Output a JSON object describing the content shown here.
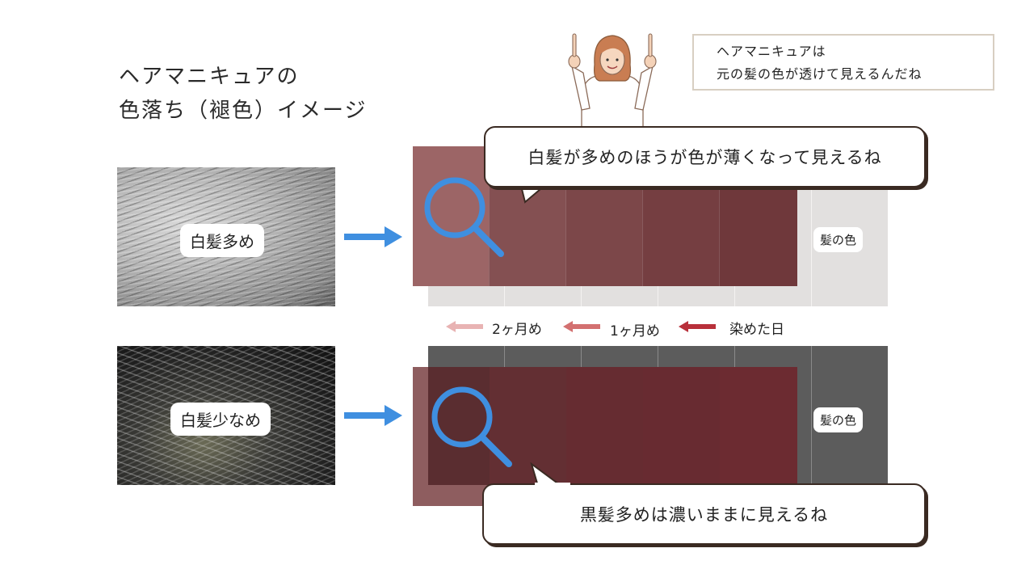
{
  "title": {
    "line1": "ヘアマニキュアの",
    "line2": "色落ち（褪色）イメージ"
  },
  "photos": {
    "white_hair_label": "白髪多め",
    "dark_hair_label": "白髪少なめ"
  },
  "panels": {
    "top_hair_color_label": "髪の色",
    "bottom_hair_color_label": "髪の色"
  },
  "timeline": {
    "month2": "2ヶ月め",
    "month1": "1ヶ月め",
    "dye_day": "染めた日"
  },
  "bubbles": {
    "top": "白髪が多めのほうが色が薄くなって見えるね",
    "bottom": "黒髪多めは濃いままに見えるね"
  },
  "info_box": {
    "line1": "ヘアマニキュアは",
    "line2": "元の髪の色が透けて見えるんだね"
  },
  "icons": {
    "magnifier": "magnifier-icon",
    "arrow": "arrow-right-icon",
    "timeline_arrow": "arrow-left-icon"
  },
  "colors": {
    "blue_arrow": "#3f8fe0",
    "magnifier": "#3f8fe0",
    "dye_color": "#7a2a30",
    "white_hair_panel": "#e0dedd",
    "dark_hair_panel": "#5a5a5a",
    "bubble_border": "#3a2a22"
  }
}
